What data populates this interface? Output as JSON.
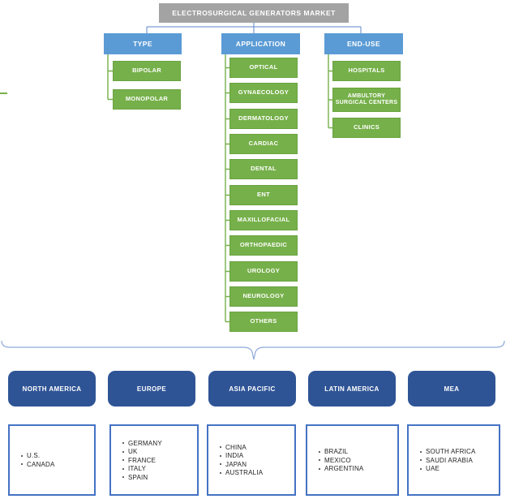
{
  "title": "ELECTROSURGICAL GENERATORS MARKET",
  "segments": {
    "type": {
      "label": "TYPE",
      "items": [
        "BIPOLAR",
        "MONOPOLAR"
      ]
    },
    "application": {
      "label": "APPLICATION",
      "items": [
        "OPTICAL",
        "GYNAECOLOGY",
        "DERMATOLOGY",
        "CARDIAC",
        "DENTAL",
        "ENT",
        "MAXILLOFACIAL",
        "ORTHOPAEDIC",
        "UROLOGY",
        "NEUROLOGY",
        "OTHERS"
      ]
    },
    "end_use": {
      "label": "END-USE",
      "items": [
        "HOSPITALS",
        "AMBULTORY\nSURGICAL CENTERS",
        "CLINICS"
      ]
    }
  },
  "regions": [
    {
      "label": "NORTH AMERICA",
      "countries": [
        "U.S.",
        "CANADA"
      ]
    },
    {
      "label": "EUROPE",
      "countries": [
        "GERMANY",
        "UK",
        "FRANCE",
        "ITALY",
        "SPAIN"
      ]
    },
    {
      "label": "ASIA PACIFIC",
      "countries": [
        "CHINA",
        "INDIA",
        "JAPAN",
        "AUSTRALIA"
      ]
    },
    {
      "label": "LATIN AMERICA",
      "countries": [
        "BRAZIL",
        "MEXICO",
        "ARGENTINA"
      ]
    },
    {
      "label": "MEA",
      "countries": [
        "SOUTH AFRICA",
        "SAUDI ARABIA",
        "UAE"
      ]
    }
  ],
  "colors": {
    "root_box": "#a3a3a3",
    "segment_header": "#5b9bd5",
    "segment_item": "#76b04a",
    "region_header": "#2f5496",
    "region_list_border": "#4472c4",
    "brace": "#8ea9db",
    "connector_blue": "#5c85c8",
    "connector_green": "#76b04a"
  }
}
